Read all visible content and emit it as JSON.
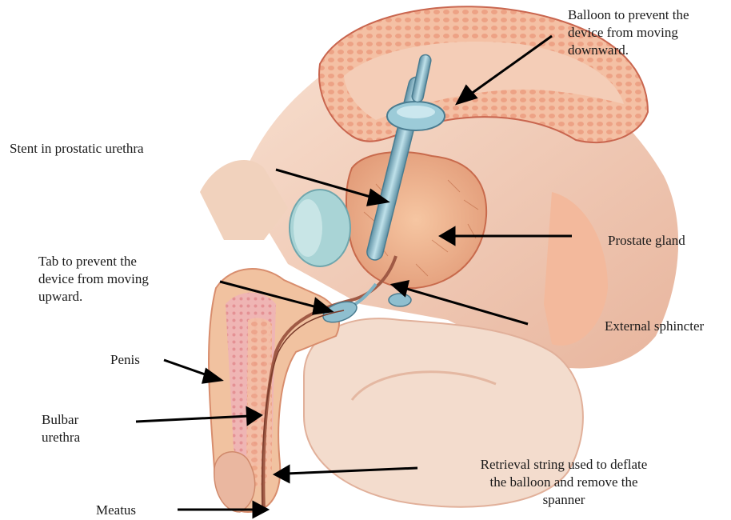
{
  "labels": {
    "balloon": "Balloon to prevent the\ndevice from moving\ndownward.",
    "stent": "Stent in prostatic urethra",
    "prostate": "Prostate gland",
    "tab": "Tab to prevent the\ndevice from moving\nupward.",
    "external_sphincter": "External sphincter",
    "penis": "Penis",
    "bulbar_urethra": "Bulbar\nurethra",
    "retrieval_string": "Retrieval string used to deflate\nthe balloon and remove the\nspanner",
    "meatus": "Meatus"
  },
  "colors": {
    "tissue": "#f2c3a6",
    "tissue_dark": "#d9745c",
    "bladder": "#e89a80",
    "spongy": "#e7a0a8",
    "device": "#7fb2c4",
    "ring": "#a9d4d6",
    "arrow": "#000000"
  }
}
